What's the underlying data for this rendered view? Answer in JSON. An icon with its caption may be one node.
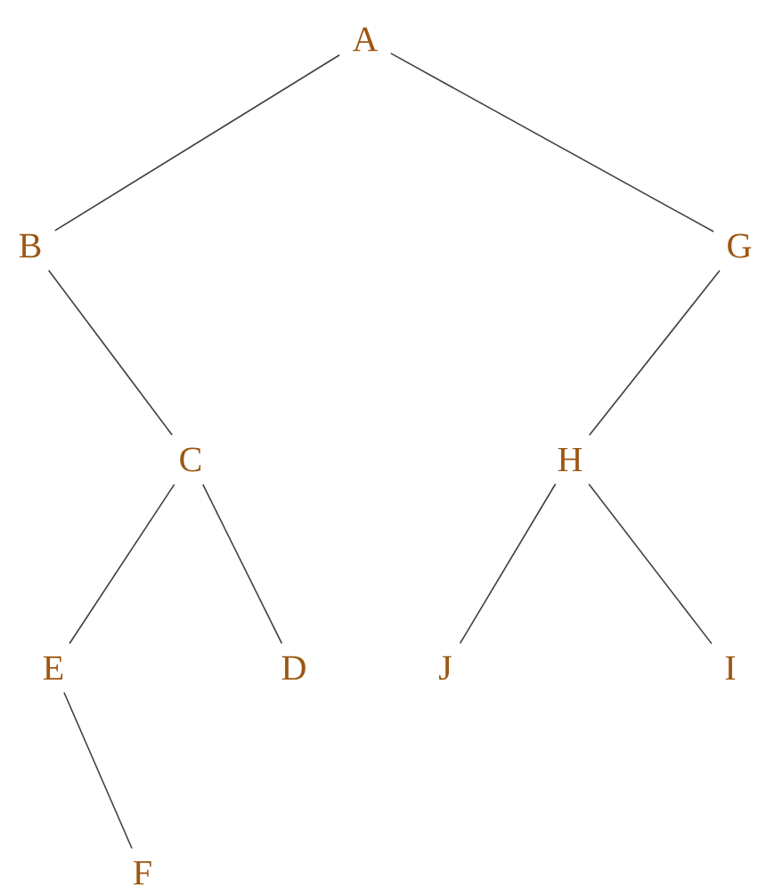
{
  "diagram": {
    "nodes": [
      {
        "text": [
          "A"
        ]
      },
      {
        "text": [
          "B"
        ]
      },
      {
        "text": [
          "G"
        ]
      },
      {
        "text": [
          "C"
        ]
      },
      {
        "text": [
          "H"
        ]
      },
      {
        "text": [
          "E"
        ]
      },
      {
        "text": [
          "D"
        ]
      },
      {
        "text": [
          "J"
        ]
      },
      {
        "text": [
          "I"
        ]
      },
      {
        "text": [
          "F"
        ]
      }
    ],
    "edges": [
      {
        "from": 0,
        "to": 1,
        "arrow": "none"
      },
      {
        "from": 0,
        "to": 2,
        "arrow": "none"
      },
      {
        "from": 1,
        "to": 3,
        "arrow": "none"
      },
      {
        "from": 2,
        "to": 4,
        "arrow": "none"
      },
      {
        "from": 3,
        "to": 5,
        "arrow": "none"
      },
      {
        "from": 3,
        "to": 6,
        "arrow": "none"
      },
      {
        "from": 4,
        "to": 7,
        "arrow": "none"
      },
      {
        "from": 4,
        "to": 8,
        "arrow": "none"
      },
      {
        "from": 5,
        "to": 9,
        "arrow": "none"
      }
    ]
  }
}
